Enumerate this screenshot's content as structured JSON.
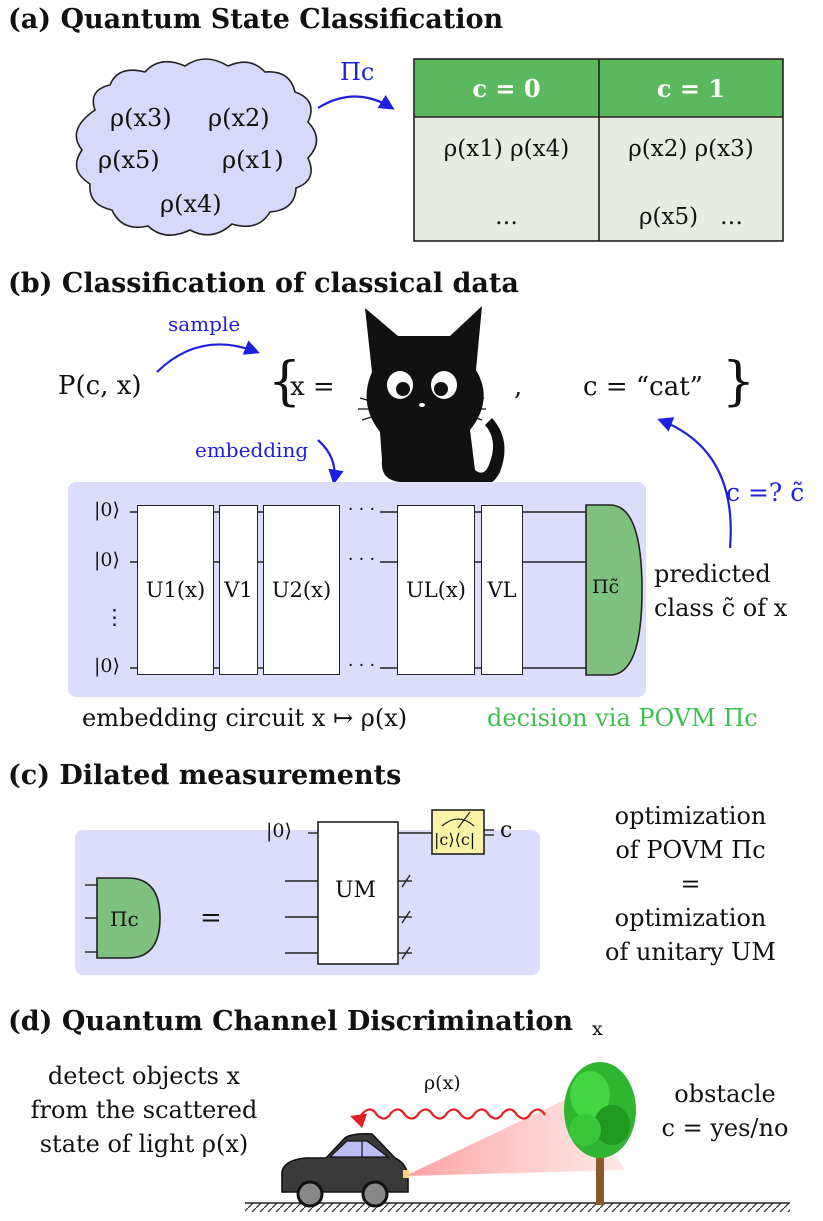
{
  "panel_a": {
    "heading": "(a) Quantum State Classification",
    "cloud_states": [
      "ρ(x3)",
      "ρ(x2)",
      "ρ(x5)",
      "ρ(x1)",
      "ρ(x4)"
    ],
    "arrow_label": "Πc",
    "table": {
      "headers": [
        "c = 0",
        "c = 1"
      ],
      "col0": [
        "ρ(x1) ρ(x4)",
        "…"
      ],
      "col1": [
        "ρ(x2) ρ(x3)",
        "ρ(x5)   …"
      ]
    }
  },
  "panel_b": {
    "heading": "(b) Classification of classical data",
    "distribution": "P(c, x)",
    "sample_label": "sample",
    "set_x": "x =",
    "comma": ",",
    "set_c": "c = “cat”",
    "embedding_label": "embedding",
    "check_label": "c =? c̃",
    "wire_labels": [
      "|0⟩",
      "|0⟩",
      "⋮",
      "|0⟩"
    ],
    "gates": [
      "U1(x)",
      "V1",
      "U2(x)",
      "UL(x)",
      "VL"
    ],
    "dots": "· · ·",
    "measure_label": "Πc̃",
    "predicted_line1": "predicted",
    "predicted_line2": "class c̃ of x",
    "caption_circuit": "embedding circuit x ↦ ρ(x)",
    "caption_decision": "decision via POVM Πc"
  },
  "panel_c": {
    "heading": "(c) Dilated measurements",
    "povm_label": "Πc",
    "equals": "=",
    "ancilla": "|0⟩",
    "unitary": "UM",
    "projector": "|c⟩⟨c|",
    "outcome": "c",
    "right_text": [
      "optimization",
      "of POVM Πc",
      "=",
      "optimization",
      "of unitary UM"
    ]
  },
  "panel_d": {
    "heading": "(d) Quantum Channel Discrimination",
    "left_text": [
      "detect objects x",
      "from the scattered",
      "state of light ρ(x)"
    ],
    "light_label": "ρ(x)",
    "tree_label": "x",
    "right_text": [
      "obstacle",
      "c = yes/no"
    ]
  },
  "colors": {
    "header_green": "#5cb85c",
    "table_body": "#e6ece1",
    "cloud_fill": "#d7d8fa",
    "circuit_bg": "#dcdcfb",
    "measure_green": "#7ec07e",
    "projector_yellow": "#faf3a8",
    "blue": "#1f1fe0",
    "green_text": "#3fbf4f"
  }
}
